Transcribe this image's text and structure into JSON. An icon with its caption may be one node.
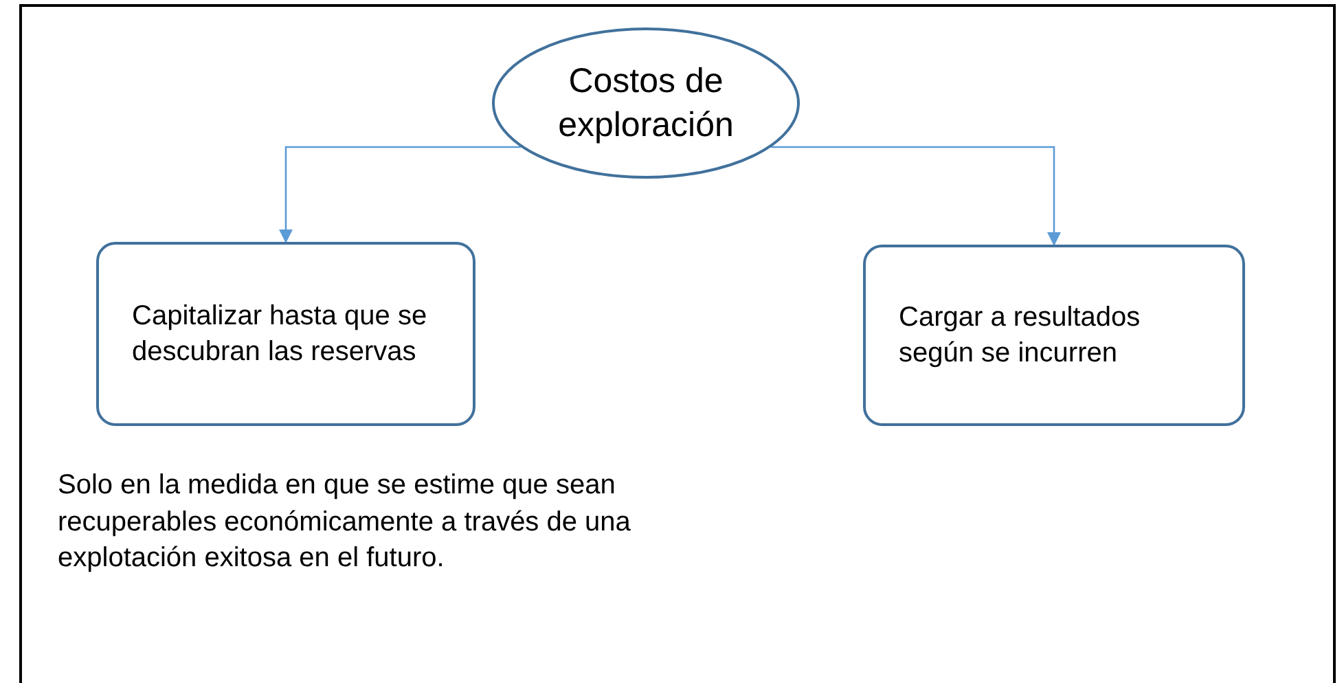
{
  "diagram": {
    "nodes": [
      {
        "text": [
          "Costos de exploración"
        ]
      },
      {
        "text": [
          "Capitalizar hasta que se descubran las reservas"
        ]
      },
      {
        "text": [
          "Cargar a resultados según se incurren"
        ]
      }
    ],
    "edges": [
      {
        "from": 0,
        "to": 1,
        "arrow": "to"
      },
      {
        "from": 0,
        "to": 2,
        "arrow": "to"
      }
    ],
    "labels": [
      "Solo en la medida en que se estime que sean recuperables económicamente a través de una explotación exitosa en el futuro."
    ]
  }
}
